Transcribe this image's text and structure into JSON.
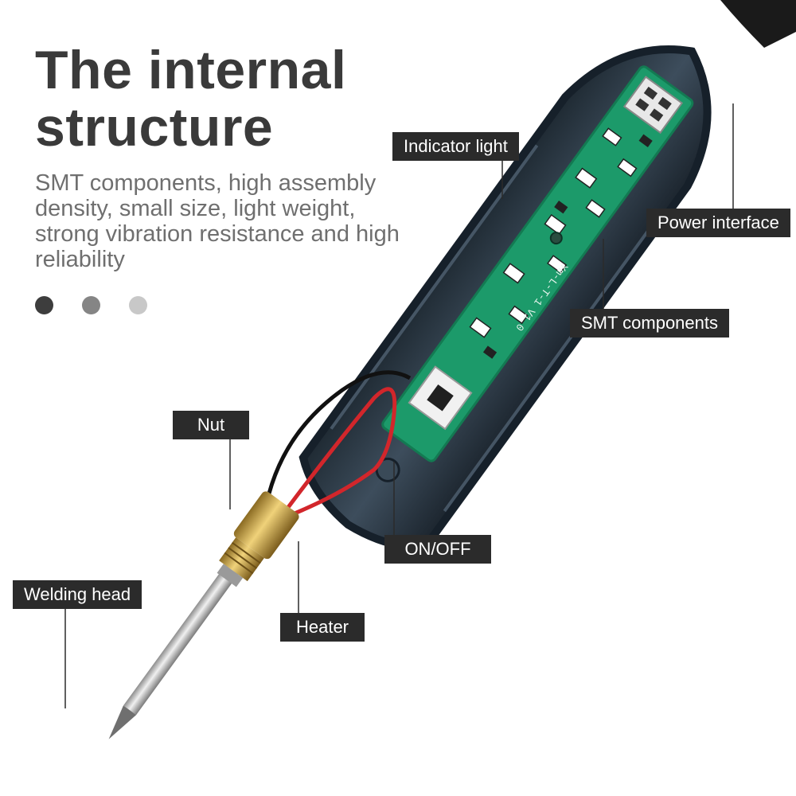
{
  "header": {
    "title": "The internal\nstructure",
    "description": "SMT components, high assembly density, small size, light weight, strong vibration resistance and high reliability"
  },
  "pager": {
    "dot_colors": [
      "#3d3d3d",
      "#858585",
      "#c8c8c8"
    ]
  },
  "callouts": {
    "indicator_light": "Indicator light",
    "power_interface": "Power interface",
    "smt_components": "SMT components",
    "nut": "Nut",
    "on_off": "ON/OFF",
    "welding_head": "Welding head",
    "heater": "Heater"
  },
  "pcb": {
    "silkscreen": "Ym-L-T-1   V1.0"
  },
  "colors": {
    "label_bg": "#2b2b2b",
    "housing": "#2f3d4a",
    "pcb": "#1c9a6a",
    "brass": "#c9a44a"
  }
}
